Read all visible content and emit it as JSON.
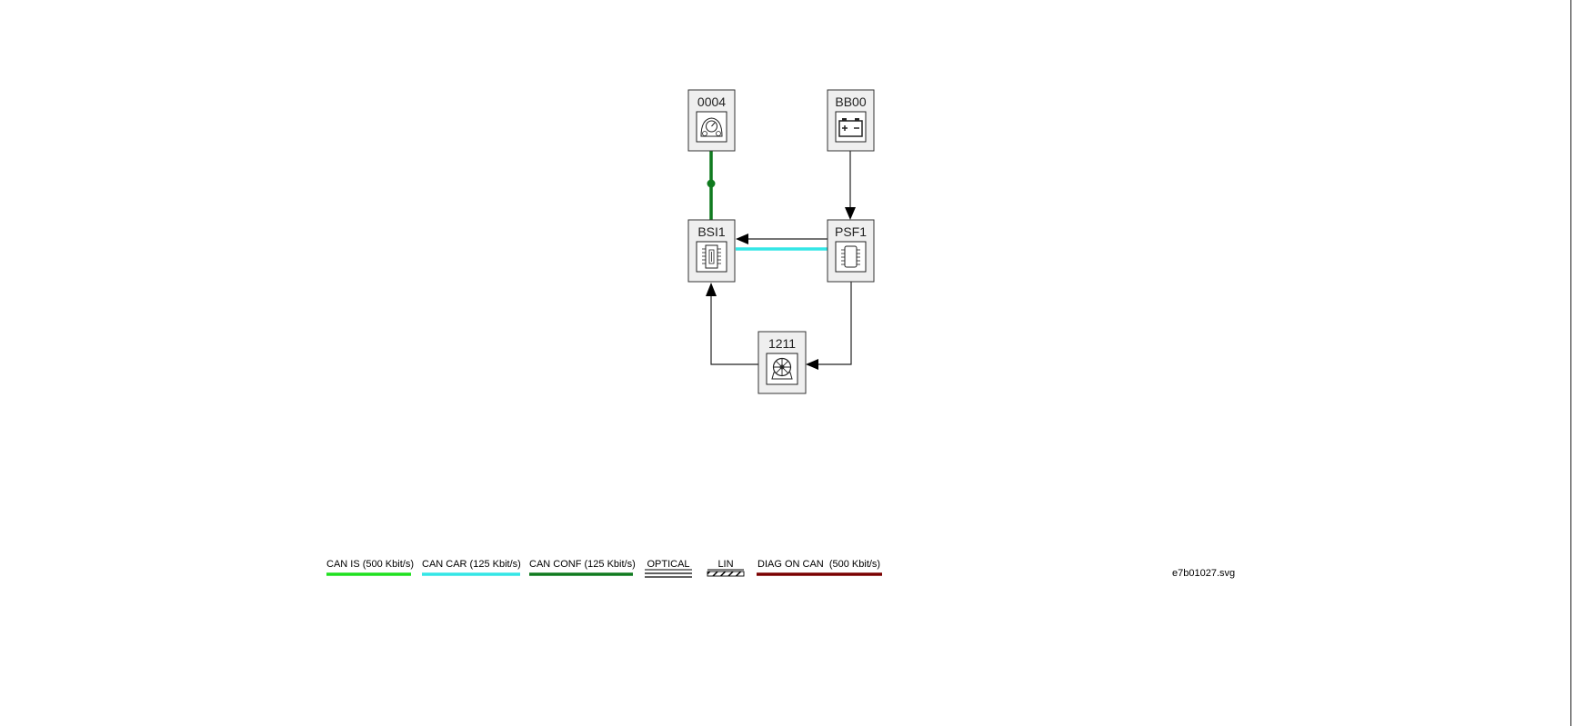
{
  "nodes": [
    {
      "id": "0004",
      "label": "0004",
      "icon": "instrument-cluster-icon"
    },
    {
      "id": "BB00",
      "label": "BB00",
      "icon": "battery-icon"
    },
    {
      "id": "BSI1",
      "label": "BSI1",
      "icon": "ecu-chip-icon"
    },
    {
      "id": "PSF1",
      "label": "PSF1",
      "icon": "ecu-chip-icon"
    },
    {
      "id": "1211",
      "label": "1211",
      "icon": "steering-wheel-icon"
    }
  ],
  "connections": [
    {
      "from": "0004",
      "to": "BSI1",
      "type": "CAN CONF"
    },
    {
      "from": "BB00",
      "to": "PSF1",
      "type": "wire"
    },
    {
      "from": "PSF1",
      "to": "BSI1",
      "type": "wire"
    },
    {
      "from": "PSF1",
      "to": "BSI1",
      "type": "CAN CAR"
    },
    {
      "from": "PSF1",
      "to": "1211",
      "type": "wire"
    },
    {
      "from": "1211",
      "to": "BSI1",
      "type": "wire"
    }
  ],
  "legend": [
    {
      "label": "CAN IS (500 Kbit/s)",
      "color": "#1fe01f",
      "style": "solid"
    },
    {
      "label": "CAN CAR (125 Kbit/s)",
      "color": "#33e6e6",
      "style": "solid"
    },
    {
      "label": "CAN CONF (125 Kbit/s)",
      "color": "#0f7a1e",
      "style": "solid"
    },
    {
      "label": "OPTICAL",
      "color": "#000000",
      "style": "double"
    },
    {
      "label": "LIN",
      "color": "#000000",
      "style": "hatched"
    },
    {
      "label": "DIAG ON CAN  (500 Kbit/s)",
      "color": "#7a0000",
      "style": "solid"
    }
  ],
  "file_name": "e7b01027.svg"
}
